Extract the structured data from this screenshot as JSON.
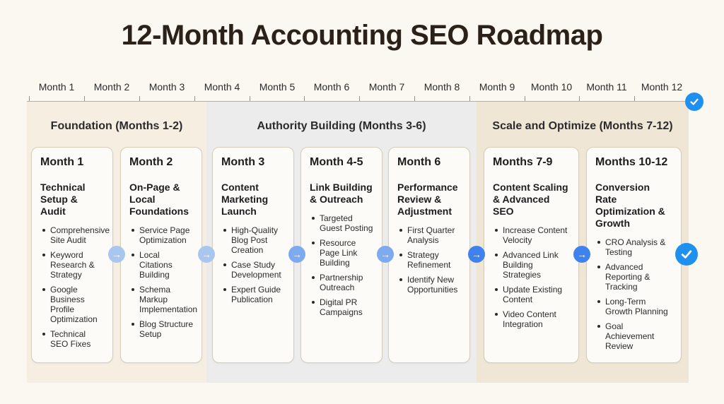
{
  "title": "12-Month Accounting SEO Roadmap",
  "timeline": {
    "months": [
      "Month 1",
      "Month 2",
      "Month 3",
      "Month 4",
      "Month 5",
      "Month 6",
      "Month 7",
      "Month 8",
      "Month 9",
      "Month 10",
      "Month 11",
      "Month 12"
    ]
  },
  "phases": [
    {
      "title": "Foundation (Months 1-2)",
      "bg": "#f5eee1"
    },
    {
      "title": "Authority Building (Months 3-6)",
      "bg": "#ececec"
    },
    {
      "title": "Scale and Optimize (Months 7-12)",
      "bg": "#f0e6d6"
    }
  ],
  "cards": [
    {
      "month": "Month 1",
      "heading": "Technical Setup & Audit",
      "items": [
        "Comprehensive Site Audit",
        "Keyword Research & Strategy",
        "Google Business Profile Optimization",
        "Technical SEO Fixes"
      ]
    },
    {
      "month": "Month 2",
      "heading": "On-Page & Local Foundations",
      "items": [
        "Service Page Optimization",
        "Local Citations Building",
        "Schema Markup Implementation",
        "Blog Structure Setup"
      ]
    },
    {
      "month": "Month 3",
      "heading": "Content Marketing Launch",
      "items": [
        "High-Quality Blog Post Creation",
        "Case Study Development",
        "Expert Guide Publication"
      ]
    },
    {
      "month": "Month 4-5",
      "heading": "Link Building & Outreach",
      "items": [
        "Targeted Guest Posting",
        "Resource Page Link Building",
        "Partnership Outreach",
        "Digital PR Campaigns"
      ]
    },
    {
      "month": "Month 6",
      "heading": "Performance Review & Adjustment",
      "items": [
        "First Quarter Analysis",
        "Strategy Refinement",
        "Identify New Opportunities"
      ]
    },
    {
      "month": "Months 7-9",
      "heading": "Content Scaling & Advanced SEO",
      "items": [
        "Increase Content Velocity",
        "Advanced Link Building Strategies",
        "Update Existing Content",
        "Video Content Integration"
      ]
    },
    {
      "month": "Months 10-12",
      "heading": "Conversion Rate Optimization & Growth",
      "items": [
        "CRO Analysis & Testing",
        "Advanced Reporting & Tracking",
        "Long-Term Growth Planning",
        "Goal Achievement Review"
      ]
    }
  ],
  "colors": {
    "arrow_light": "#a9c6ee",
    "arrow_mid": "#7eaaf0",
    "arrow_strong": "#3f82ee",
    "check": "#1e90ef"
  },
  "icons": {
    "arrow": "arrow-right-icon",
    "check": "checkmark-icon"
  }
}
